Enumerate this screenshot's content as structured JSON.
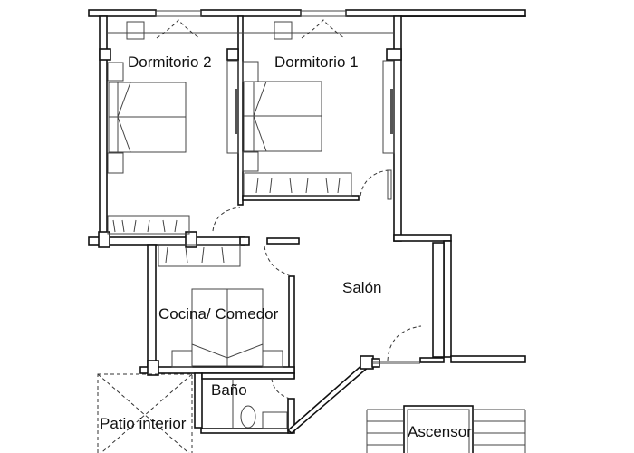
{
  "rooms": {
    "dormitorio2": "Dormitorio 2",
    "dormitorio1": "Dormitorio 1",
    "salon": "Salón",
    "cocina": "Cocina/ Comedor",
    "bano": "Baño",
    "patio": "Patio interior",
    "ascensor": "Ascensor"
  },
  "colors": {
    "wall": "#111111",
    "background": "#ffffff"
  }
}
